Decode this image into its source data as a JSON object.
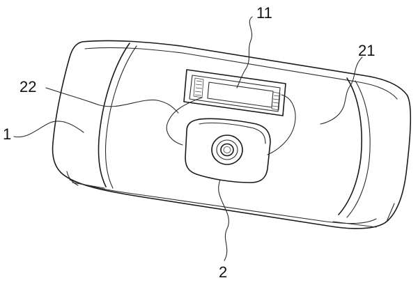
{
  "figure": {
    "callouts": {
      "label_11": "11",
      "label_21": "21",
      "label_22": "22",
      "label_1": "1",
      "label_2": "2"
    },
    "colors": {
      "ink": "#1a1a1a",
      "background": "#ffffff"
    }
  }
}
